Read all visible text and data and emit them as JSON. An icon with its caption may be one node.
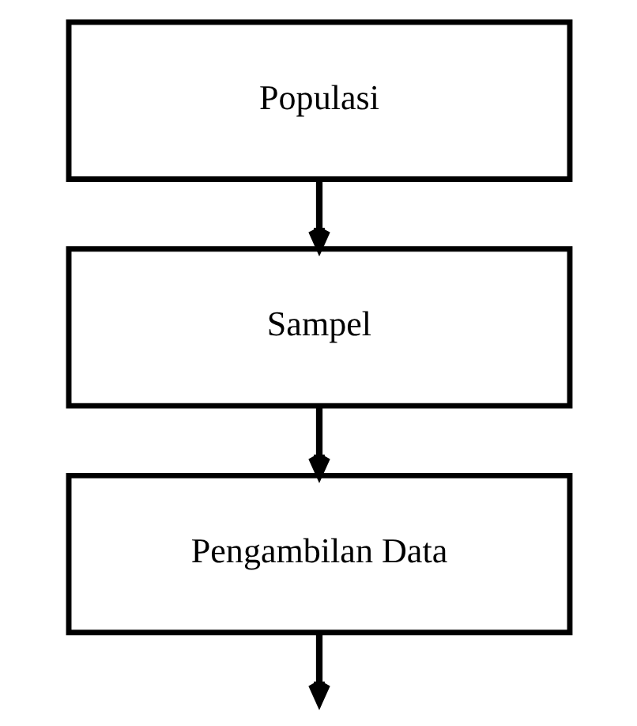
{
  "diagram": {
    "nodes": [
      {
        "text": [
          "Populasi"
        ]
      },
      {
        "text": [
          "Sampel"
        ]
      },
      {
        "text": [
          "Pengambilan Data"
        ]
      }
    ],
    "edges": [
      {
        "from": 0,
        "to": 1,
        "arrow": "to"
      },
      {
        "from": 1,
        "to": 2,
        "arrow": "to"
      },
      {
        "from": 2,
        "to": null,
        "arrow": "to"
      }
    ]
  }
}
